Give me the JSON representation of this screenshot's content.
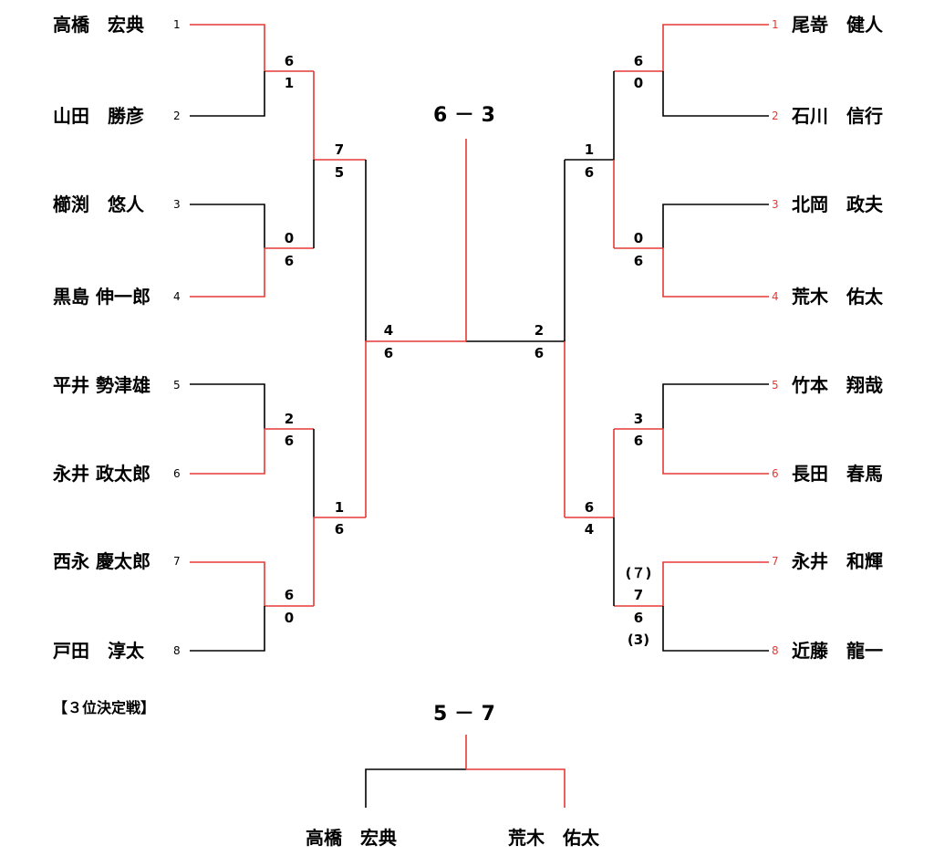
{
  "colors": {
    "winner_line": "#e53935",
    "loser_line": "#000000",
    "text": "#000000",
    "red_seed": "#e53935"
  },
  "left_players": [
    {
      "seed": "1",
      "name": "高橋　宏典"
    },
    {
      "seed": "2",
      "name": "山田　勝彦"
    },
    {
      "seed": "3",
      "name": "櫛渕　悠人"
    },
    {
      "seed": "4",
      "name": "黒島 伸一郎"
    },
    {
      "seed": "5",
      "name": "平井 勢津雄"
    },
    {
      "seed": "6",
      "name": "永井 政太郎"
    },
    {
      "seed": "7",
      "name": "西永 慶太郎"
    },
    {
      "seed": "8",
      "name": "戸田　淳太"
    }
  ],
  "right_players": [
    {
      "seed": "1",
      "name": "尾嵜　健人"
    },
    {
      "seed": "2",
      "name": "石川　信行"
    },
    {
      "seed": "3",
      "name": "北岡　政夫"
    },
    {
      "seed": "4",
      "name": "荒木　佑太"
    },
    {
      "seed": "5",
      "name": "竹本　翔哉"
    },
    {
      "seed": "6",
      "name": "長田　春馬"
    },
    {
      "seed": "7",
      "name": "永井　和輝"
    },
    {
      "seed": "8",
      "name": "近藤　龍一"
    }
  ],
  "scores": {
    "L_r1_m1": [
      "6",
      "1"
    ],
    "L_r1_m2": [
      "0",
      "6"
    ],
    "L_r1_m3": [
      "2",
      "6"
    ],
    "L_r1_m4": [
      "6",
      "0"
    ],
    "L_r2_m1": [
      "7",
      "5"
    ],
    "L_r2_m2": [
      "1",
      "6"
    ],
    "L_sf": [
      "4",
      "6"
    ],
    "R_r1_m1": [
      "6",
      "0"
    ],
    "R_r1_m2": [
      "0",
      "6"
    ],
    "R_r1_m3": [
      "3",
      "6"
    ],
    "R_r1_m4": [
      "7",
      "6"
    ],
    "R_r1_m4_tiebreak": [
      "(７)",
      "(3)"
    ],
    "R_r2_m1": [
      "1",
      "6"
    ],
    "R_r2_m2": [
      "6",
      "4"
    ],
    "R_sf": [
      "2",
      "6"
    ]
  },
  "final_score": "6 － 3",
  "third_place": {
    "heading": "【３位決定戦】",
    "score": "5 － 7",
    "left_player": "高橋　宏典",
    "right_player": "荒木　佑太"
  }
}
